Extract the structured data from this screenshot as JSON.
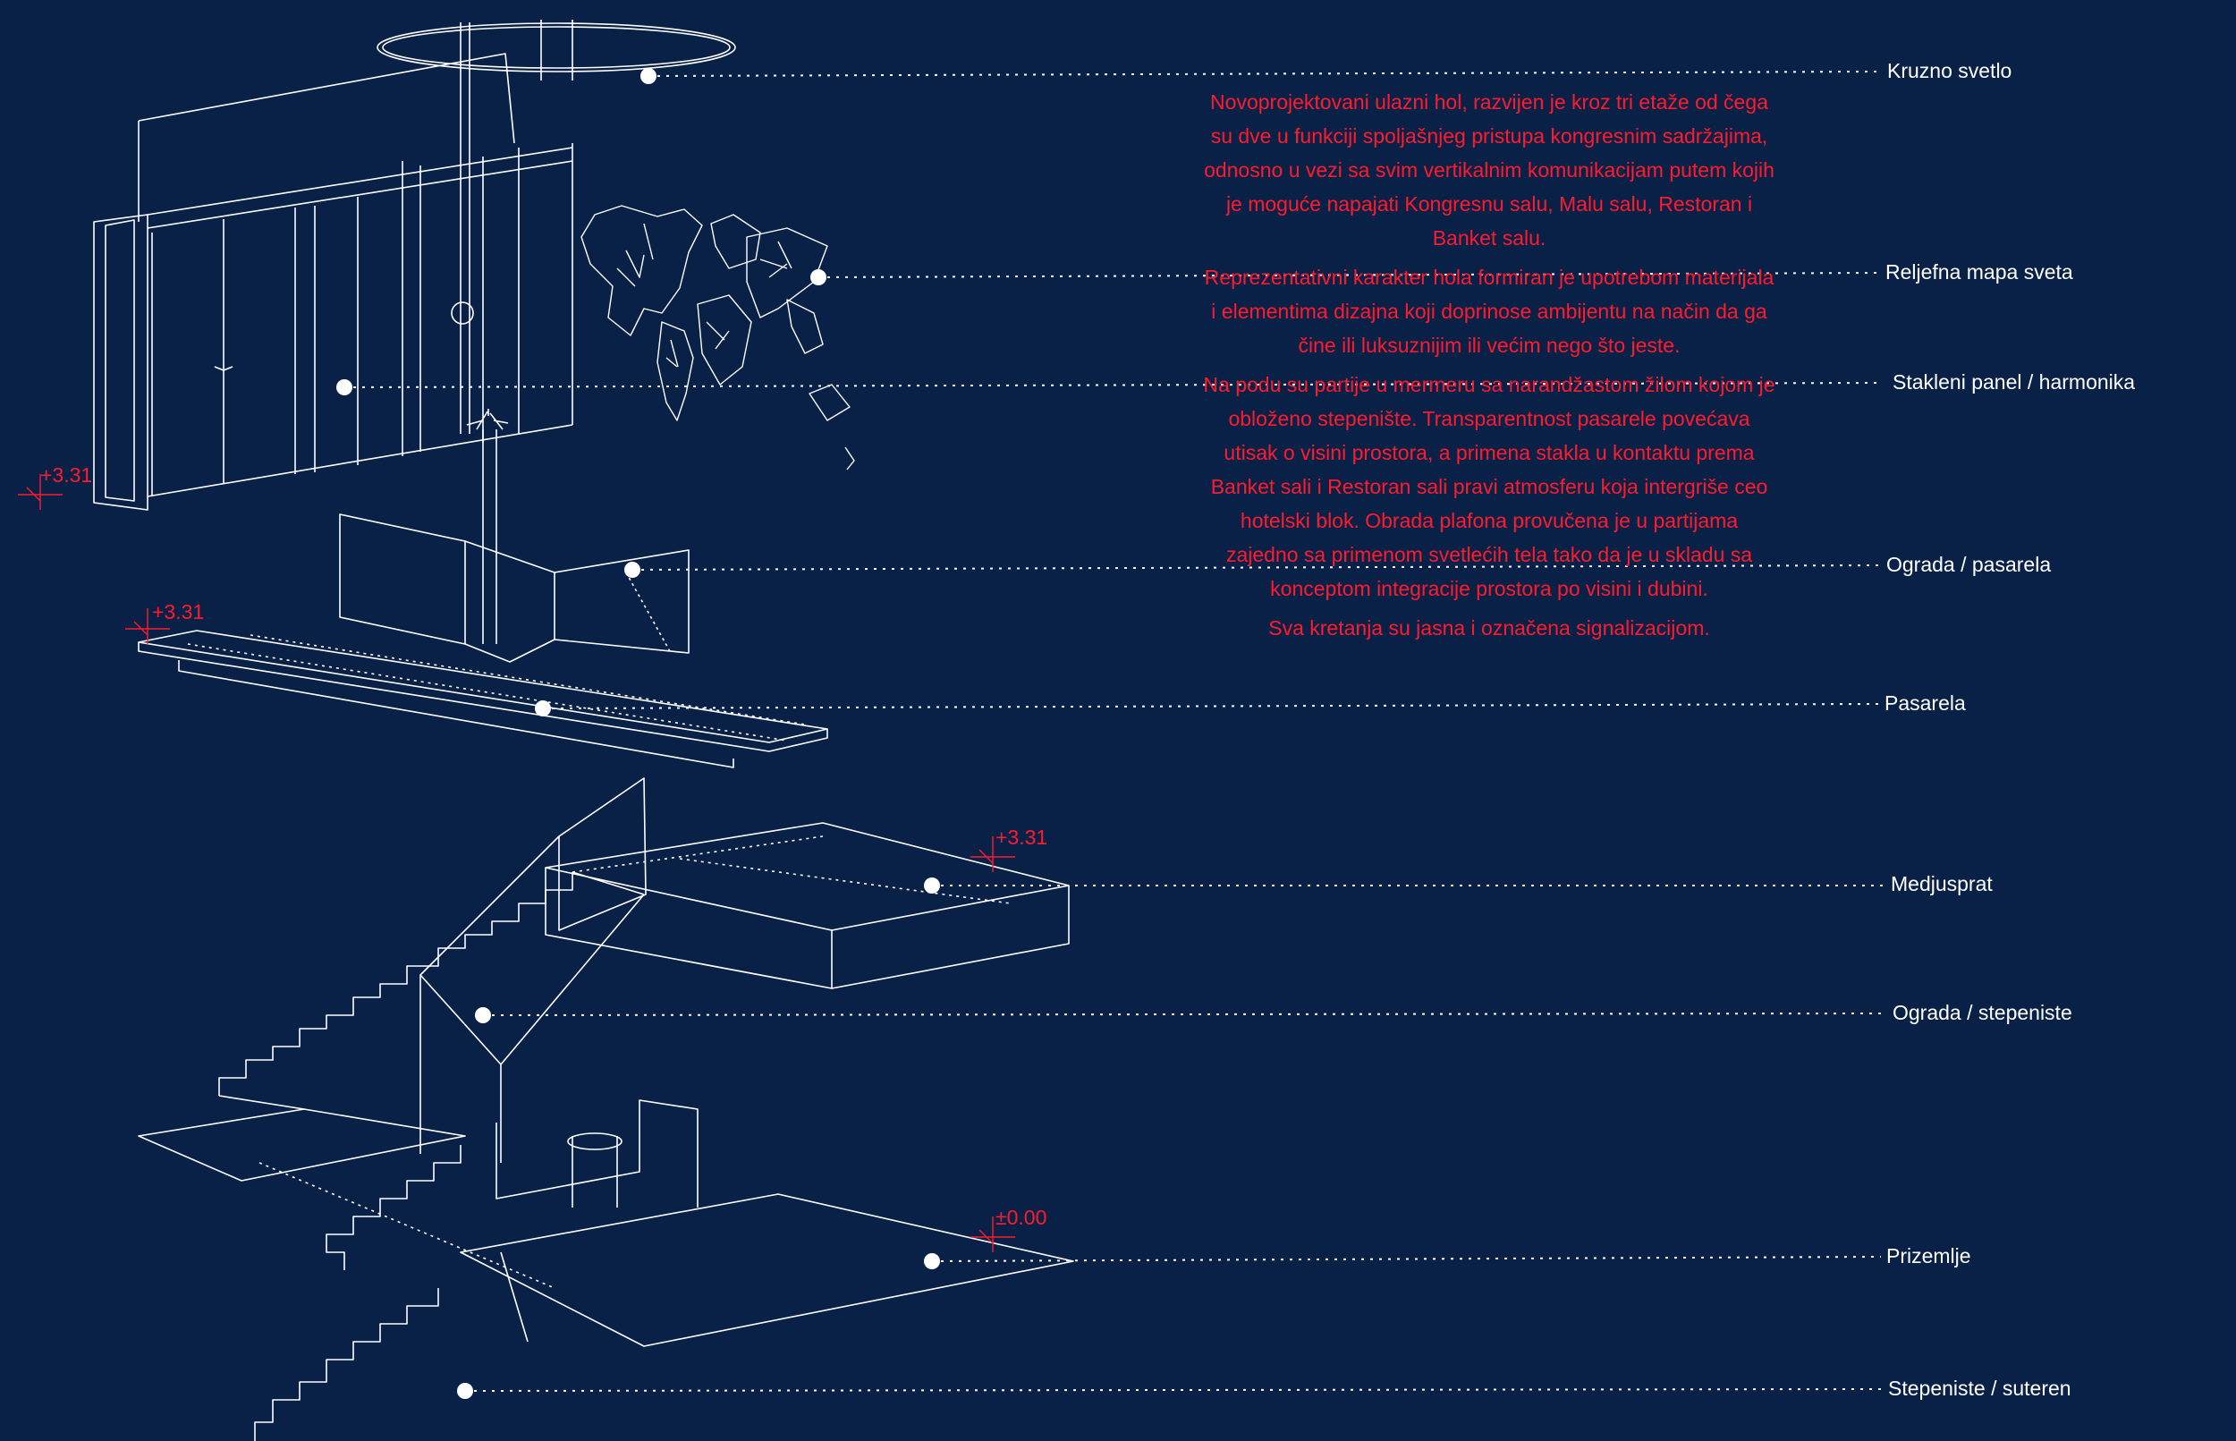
{
  "colors": {
    "background": "#0a2147",
    "line": "#ffffff",
    "description_text": "#ff1a2e",
    "elevation_marker": "#ff1a2e"
  },
  "labels": [
    "Kruzno svetlo",
    "Reljefna mapa sveta",
    "Stakleni panel / harmonika",
    "Ograda / pasarela",
    "Pasarela",
    "Medjusprat",
    "Ograda / stepeniste",
    "Prizemlje",
    "Stepeniste / suteren"
  ],
  "description": [
    "Novoprojektovani ulazni hol, razvijen je kroz tri etaže od čega su dve u funkciji spoljašnjeg pristupa kongresnim sadržajima, odnosno u vezi sa svim vertikalnim komunikacijam putem kojih je moguće napajati Kongresnu salu, Malu salu, Restoran i Banket salu.",
    "Reprezentativni karakter hola formiran je upotrebom materijala i elementima dizajna koji doprinose ambijentu na način da ga čine ili luksuznijim ili većim nego što jeste.",
    "Na podu su partije u mermeru sa narandžastom žilom kojom je obloženo stepenište. Transparentnost pasarele povećava utisak o visini prostora, a primena stakla u kontaktu prema Banket sali i Restoran sali pravi atmosferu koja intergriše ceo hotelski blok. Obrada plafona provučena je u partijama zajedno sa primenom svetlećih tela tako da je u skladu sa konceptom integracije prostora po visini i dubini.",
    "Sva kretanja su jasna i označena signalizacijom."
  ],
  "elevations": [
    "+3.31",
    "+3.31",
    "+3.31",
    "±0.00"
  ]
}
